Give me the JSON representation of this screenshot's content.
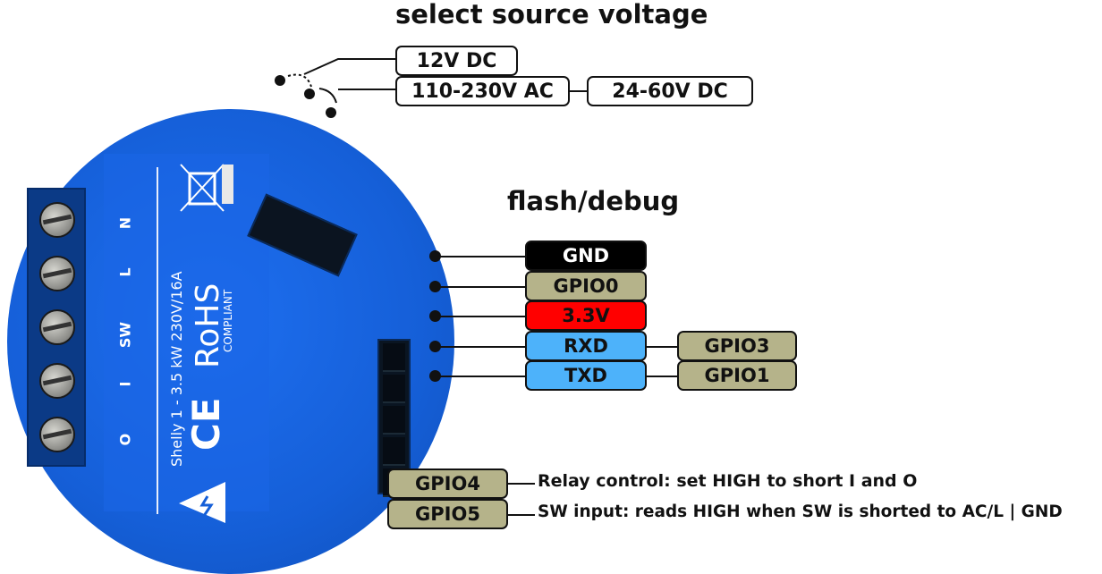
{
  "source_voltage": {
    "title": "select source voltage",
    "options": [
      {
        "label": "12V DC"
      },
      {
        "label": "110-230V AC"
      },
      {
        "label": "24-60V DC"
      }
    ]
  },
  "flash_debug": {
    "title": "flash/debug",
    "pins": [
      {
        "label": "GND",
        "color": "#000000",
        "text_color": "#ffffff"
      },
      {
        "label": "GPIO0",
        "color": "#b5b38a",
        "text_color": "#111111"
      },
      {
        "label": "3.3V",
        "color": "#ff0000",
        "text_color": "#111111"
      },
      {
        "label": "RXD",
        "color": "#4db2fa",
        "text_color": "#111111",
        "alias": "GPIO3"
      },
      {
        "label": "TXD",
        "color": "#4db2fa",
        "text_color": "#111111",
        "alias": "GPIO1"
      }
    ]
  },
  "gpio_notes": [
    {
      "label": "GPIO4",
      "description": "Relay control: set HIGH to short I and O"
    },
    {
      "label": "GPIO5",
      "description": "SW input: reads HIGH when SW is shorted to AC/L | GND"
    }
  ],
  "device": {
    "terminals": [
      "N",
      "L",
      "SW",
      "I",
      "O"
    ],
    "rating_text": "Shelly 1 - 3.5 kW 230V/16A",
    "rohs_text": "RoHS",
    "rohs_sub": "COMPLIANT",
    "ce_mark": "CE",
    "body_color": "#155fd8"
  }
}
